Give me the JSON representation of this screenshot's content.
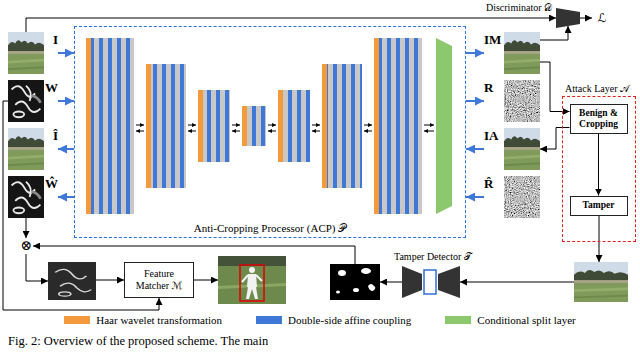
{
  "diagram": {
    "caption": "Fig. 2: Overview of the proposed scheme. The main",
    "nodes": [
      {
        "text": [
          "Anti-Cropping Processor (ACP) 𝒫"
        ]
      },
      {
        "text": [
          "I"
        ]
      },
      {
        "text": [
          "W"
        ]
      },
      {
        "text": [
          "Î"
        ]
      },
      {
        "text": [
          "Ŵ"
        ]
      },
      {
        "text": [
          "IM"
        ]
      },
      {
        "text": [
          "R"
        ]
      },
      {
        "text": [
          "IA"
        ]
      },
      {
        "text": [
          "R̂"
        ]
      },
      {
        "text": [
          "Discriminator 𝒟"
        ]
      },
      {
        "text": [
          "Attack Layer 𝒜"
        ]
      },
      {
        "text": [
          "Benign & Cropping"
        ],
        "in": 10
      },
      {
        "text": [
          "Tamper"
        ],
        "in": 10
      },
      {
        "text": [
          "Feature Matcher ℳ"
        ]
      },
      {
        "text": [
          "Tamper Detector 𝒯"
        ]
      }
    ],
    "edges": [
      {
        "from": 1,
        "to": 0,
        "arrow": "to"
      },
      {
        "from": 2,
        "to": 0,
        "arrow": "to"
      },
      {
        "from": 0,
        "to": 3,
        "arrow": "to"
      },
      {
        "from": 0,
        "to": 4,
        "arrow": "to"
      },
      {
        "from": 0,
        "to": 5,
        "arrow": "to"
      },
      {
        "from": 0,
        "to": 6,
        "arrow": "to"
      },
      {
        "from": 7,
        "to": 0,
        "arrow": "to"
      },
      {
        "from": 8,
        "to": 0,
        "arrow": "to"
      },
      {
        "from": 1,
        "to": 9,
        "arrow": "to"
      },
      {
        "from": 5,
        "to": 9,
        "arrow": "to"
      },
      {
        "from": 5,
        "to": 11,
        "arrow": "to"
      },
      {
        "from": 11,
        "to": 7,
        "arrow": "to"
      },
      {
        "from": 11,
        "to": 12,
        "arrow": "to"
      }
    ],
    "labels": [
      "ℒ",
      "⊗"
    ],
    "legend": [
      {
        "text": "Haar wavelet transformation",
        "color": "#f39a3c"
      },
      {
        "text": "Double-side affine coupling",
        "color": "#3f78d6"
      },
      {
        "text": "Conditional split layer",
        "color": "#8cc86e"
      }
    ]
  }
}
